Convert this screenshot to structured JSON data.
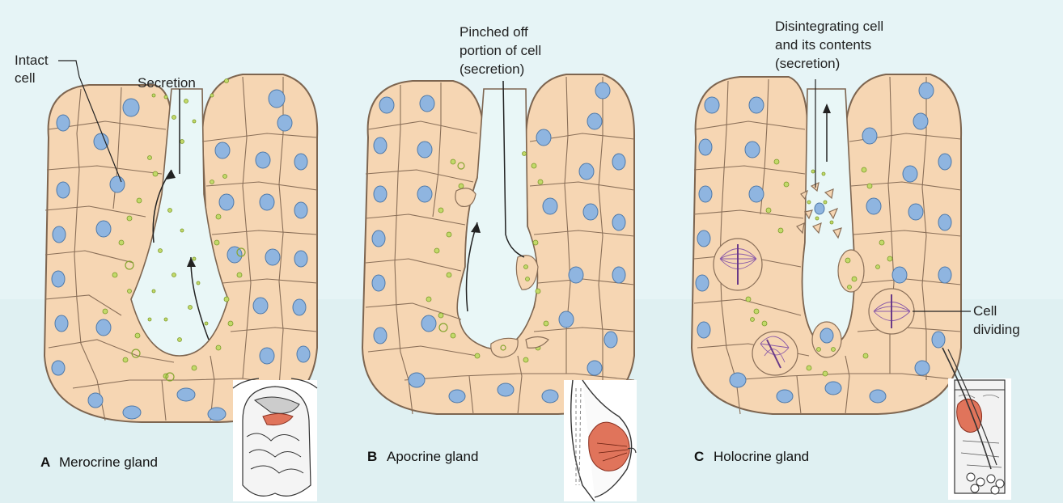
{
  "panels": [
    {
      "letter": "A",
      "name": "Merocrine gland",
      "labels": {
        "intact_line1": "Intact",
        "intact_line2": "cell",
        "secretion": "Secretion"
      },
      "inset_icon": "digestive-tract-icon"
    },
    {
      "letter": "B",
      "name": "Apocrine gland",
      "labels": {
        "line1": "Pinched off",
        "line2": "portion of cell",
        "line3": "(secretion)"
      },
      "inset_icon": "breast-icon"
    },
    {
      "letter": "C",
      "name": "Holocrine gland",
      "labels": {
        "line1": "Disintegrating cell",
        "line2": "and its contents",
        "line3": "(secretion)",
        "dividing_line1": "Cell",
        "dividing_line2": "dividing"
      },
      "inset_icon": "skin-hair-follicle-icon"
    }
  ],
  "colors": {
    "background": "#e3f3f5",
    "cell_fill": "#f6d6b3",
    "nucleus": "#8fb5e0",
    "granule": "#c3d96a",
    "secretion_red": "#e0745b",
    "spindle": "#8a5aa8"
  }
}
